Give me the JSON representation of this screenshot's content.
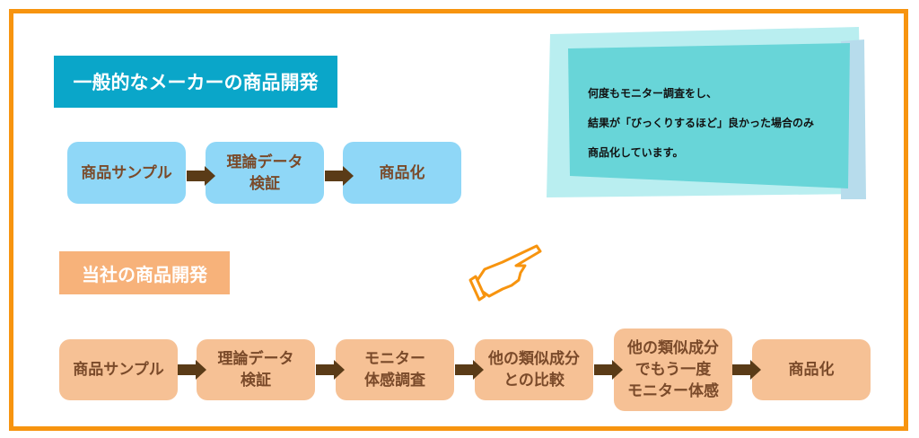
{
  "general": {
    "title": "一般的なメーカーの商品開発",
    "steps": [
      "商品サンプル",
      "理論データ\n検証",
      "商品化"
    ]
  },
  "ours": {
    "title": "当社の商品開発",
    "steps": [
      "商品サンプル",
      "理論データ\n検証",
      "モニター\n体感調査",
      "他の類似成分\nとの比較",
      "他の類似成分\nでもう一度\nモニター体感",
      "商品化"
    ]
  },
  "note": {
    "lines": [
      "何度もモニター調査をし、",
      "結果が「びっくりするほど」良かった場合のみ",
      "商品化しています。"
    ]
  },
  "colors": {
    "frame": "#f7940f",
    "general_header": "#0aa6c9",
    "general_box": "#8fd7f7",
    "ours_header": "#f7b27a",
    "ours_box": "#f6c195",
    "arrow": "#5a3b17",
    "text": "#7a4a2a"
  }
}
